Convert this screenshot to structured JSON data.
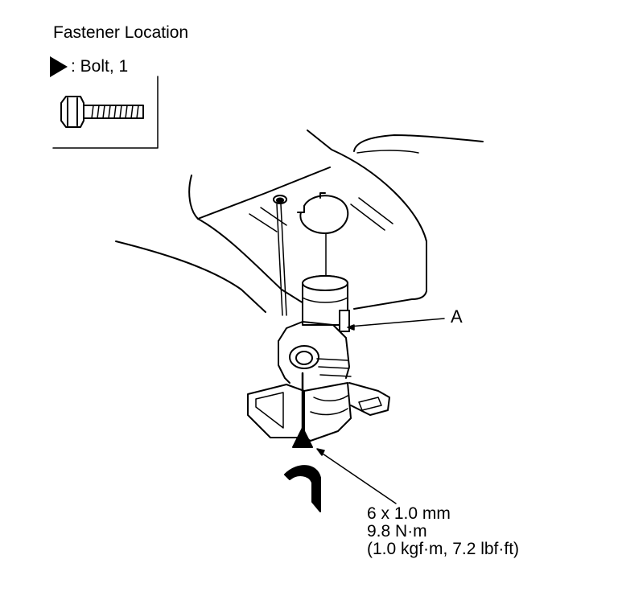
{
  "title": "Fastener Location",
  "legend": {
    "symbol": "triangle-marker-icon",
    "text": ": Bolt, 1"
  },
  "callout_a": "A",
  "spec": {
    "thread": "6 x 1.0 mm",
    "torque_nm": "9.8 N·m",
    "torque_alt": "(1.0 kgf·m, 7.2 lbf·ft)"
  },
  "colors": {
    "ink": "#000000",
    "background": "#ffffff"
  }
}
